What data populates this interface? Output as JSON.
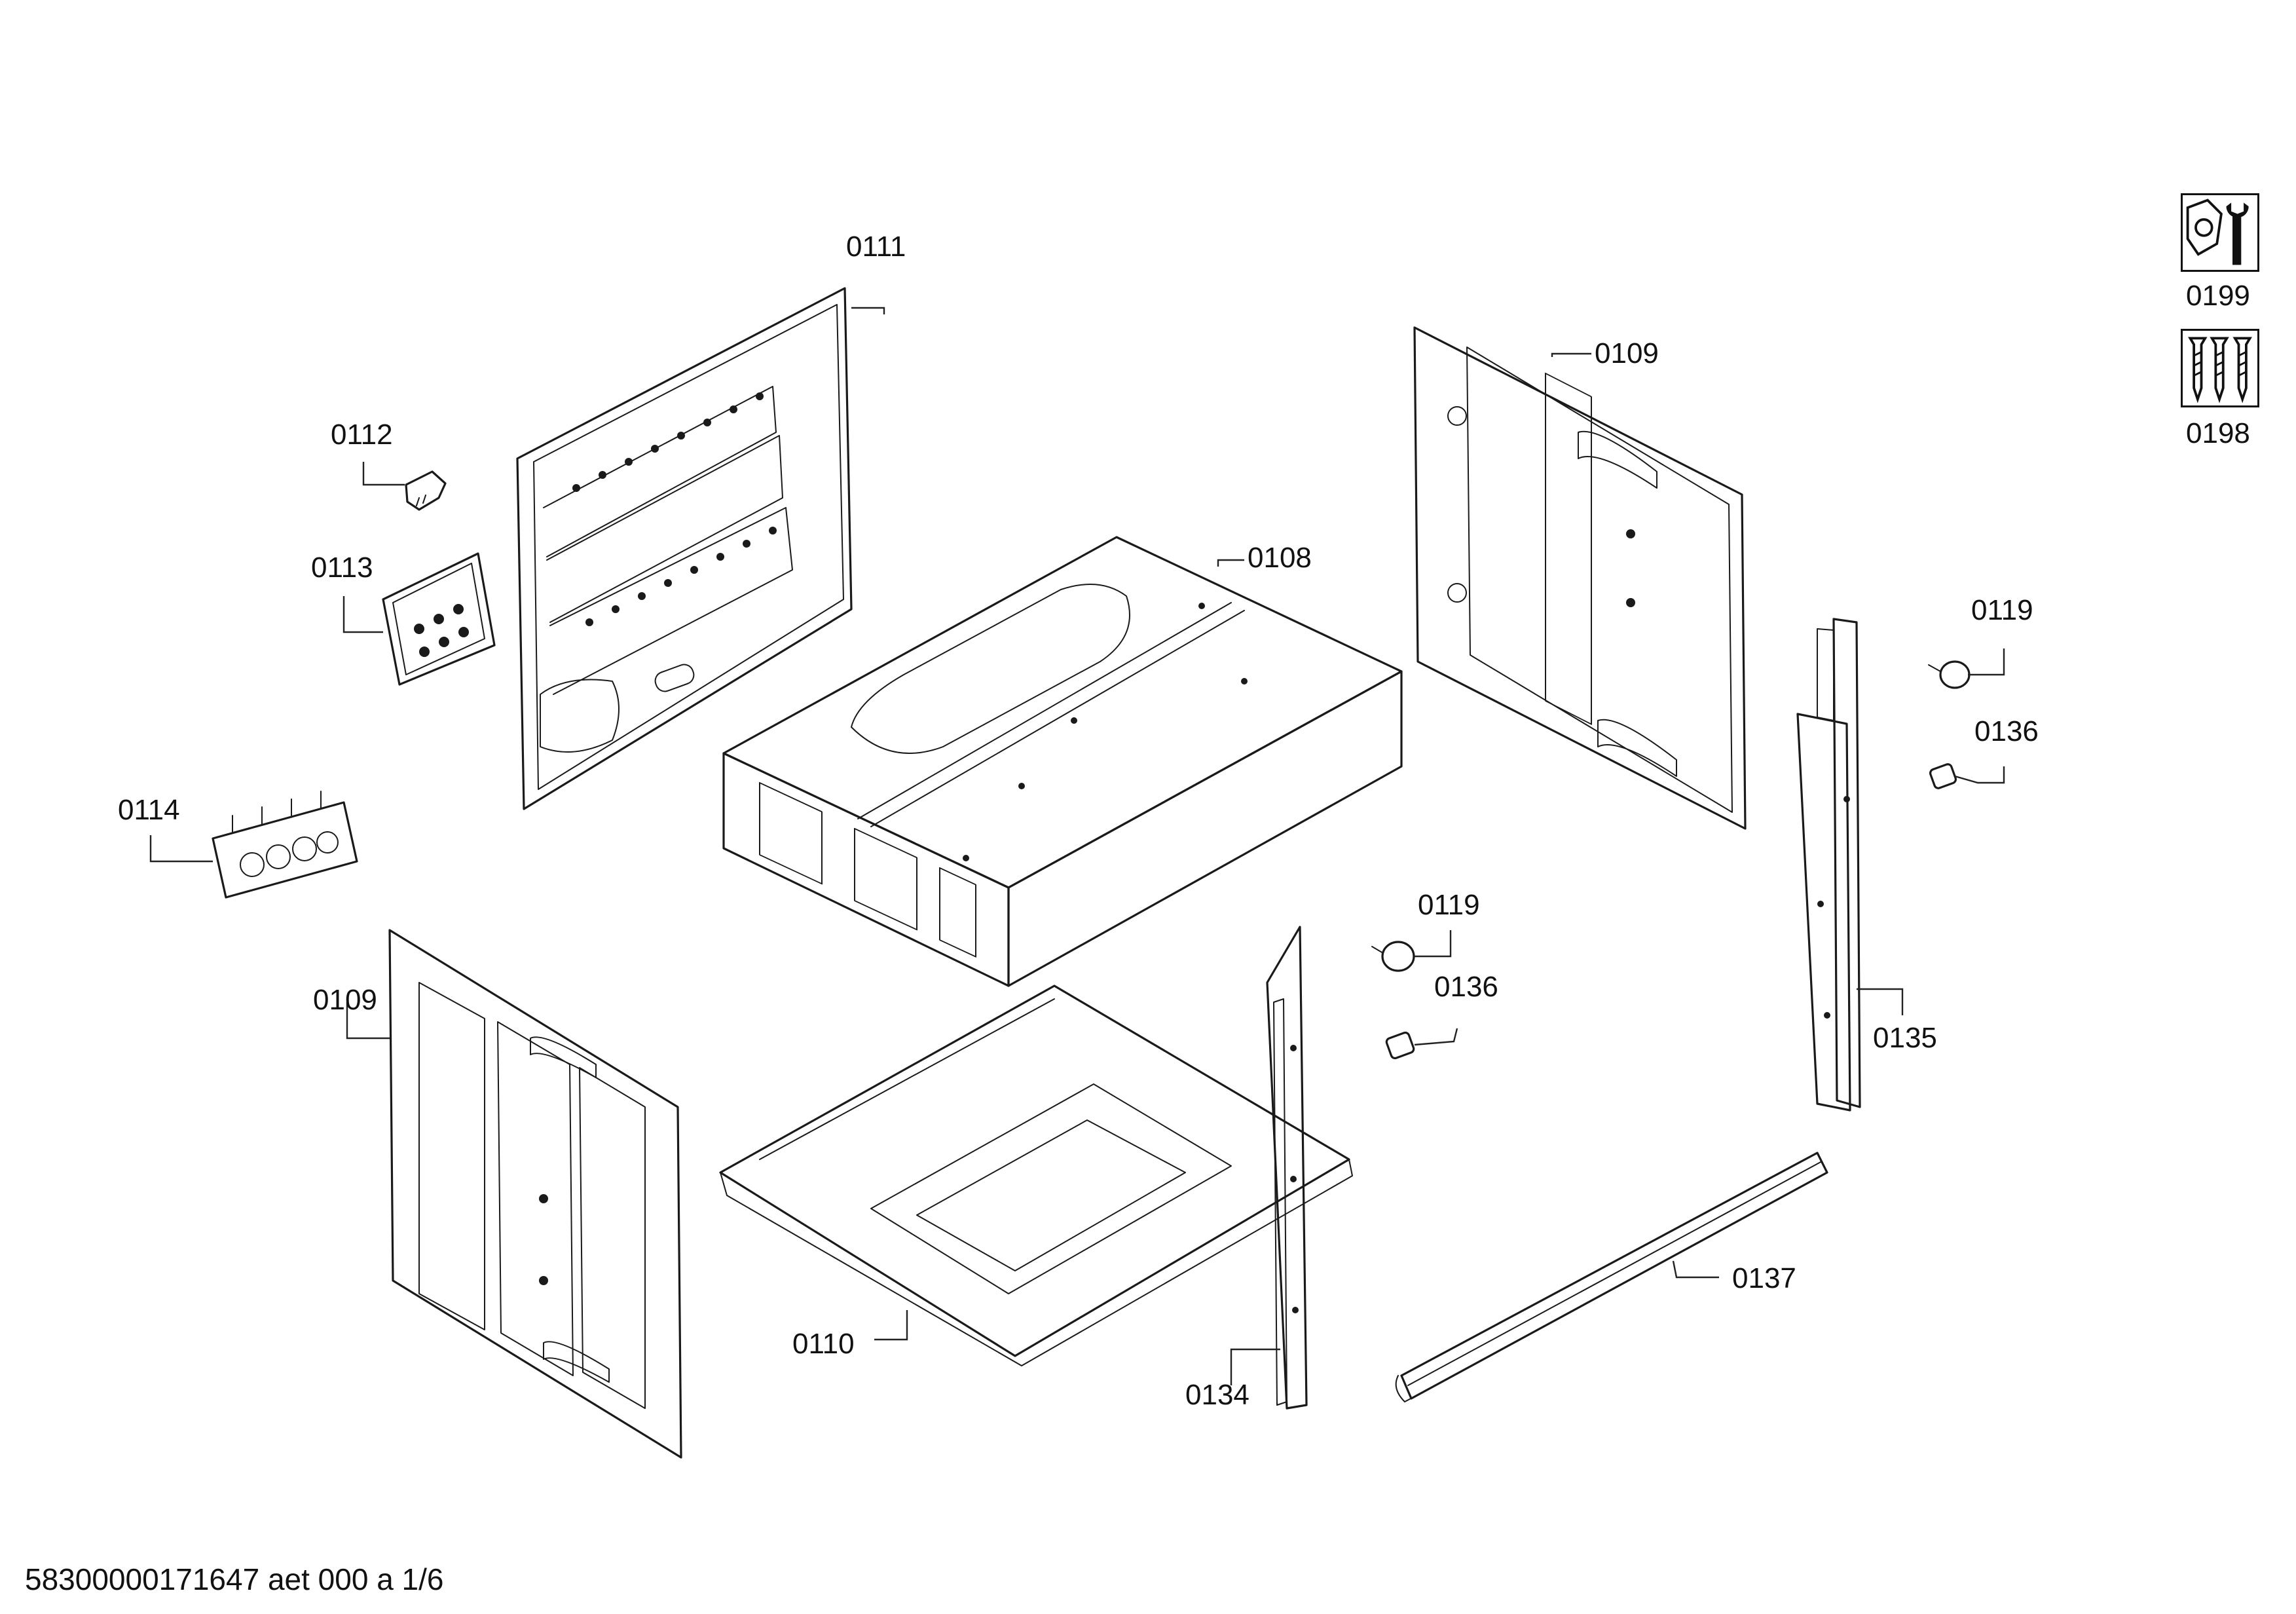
{
  "callouts": {
    "p0111": "0111",
    "p0112": "0112",
    "p0113": "0113",
    "p0114": "0114",
    "p0109a": "0109",
    "p0109b": "0109",
    "p0108": "0108",
    "p0119a": "0119",
    "p0119b": "0119",
    "p0136a": "0136",
    "p0136b": "0136",
    "p0135": "0135",
    "p0137": "0137",
    "p0110": "0110",
    "p0134": "0134"
  },
  "symbols": {
    "tool_label": "0199",
    "tool_icon": "wrench-nut-icon",
    "screws_label": "0198",
    "screws_icon": "screws-icon"
  },
  "footer": {
    "text": "58300000171647 aet 000 a 1/6"
  }
}
